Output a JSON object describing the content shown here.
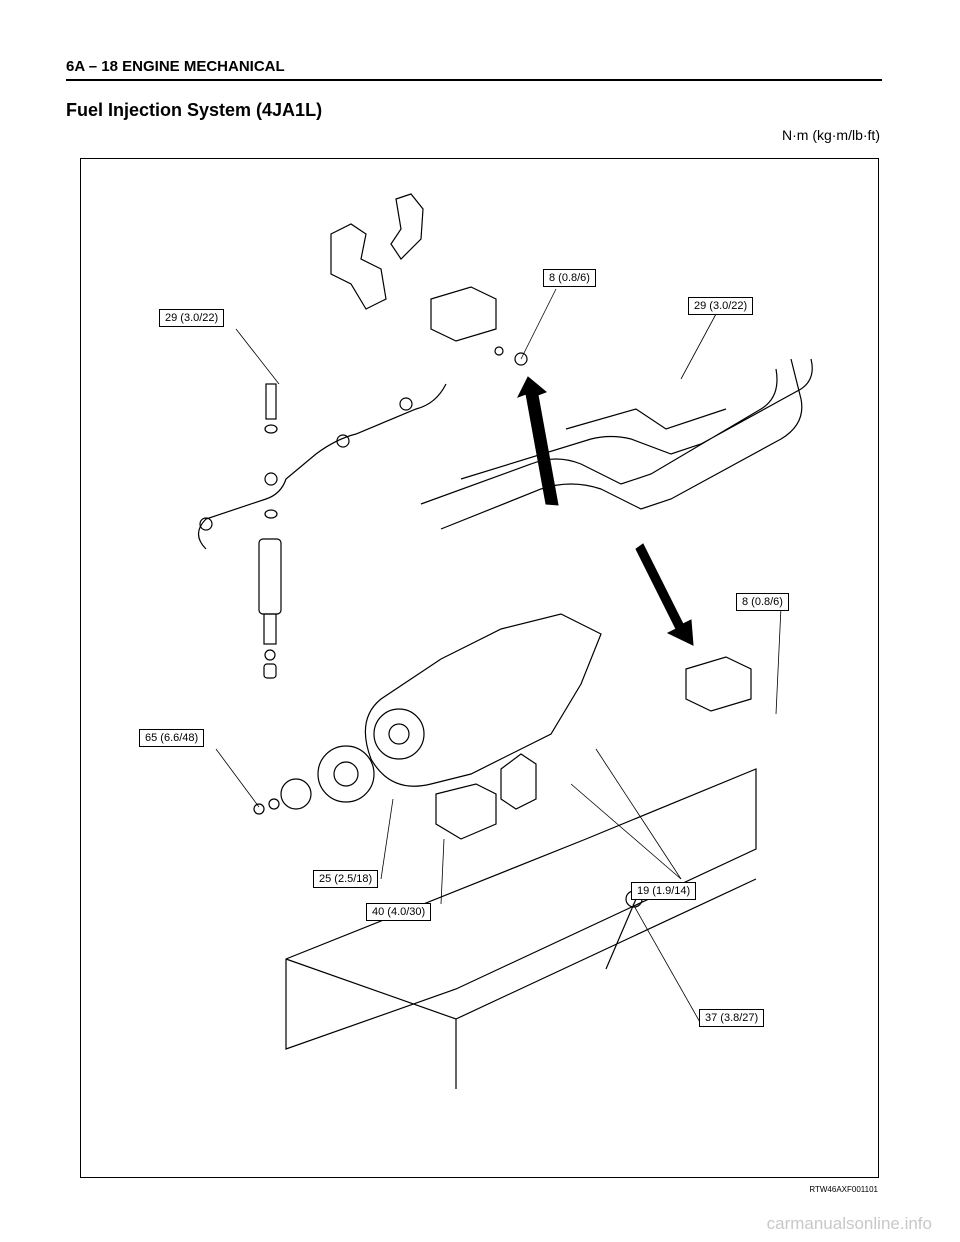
{
  "header": {
    "section": "6A – 18  ENGINE MECHANICAL"
  },
  "title": "Fuel Injection System (4JA1L)",
  "units": "N·m (kg·m/lb·ft)",
  "torque_labels": [
    "8 (0.8/6)",
    "29 (3.0/22)",
    "29 (3.0/22)",
    "8 (0.8/6)",
    "65 (6.6/48)",
    "25 (2.5/18)",
    "40 (4.0/30)",
    "19 (1.9/14)",
    "37 (3.8/27)"
  ],
  "figure_code": "RTW46AXF001101",
  "watermark": "carmanualsonline.info"
}
